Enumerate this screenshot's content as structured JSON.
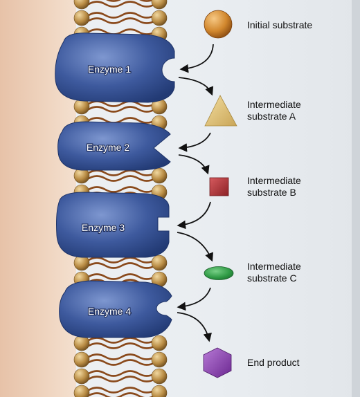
{
  "enzymes": [
    {
      "label": "Enzyme 1",
      "site_shape": "round"
    },
    {
      "label": "Enzyme 2",
      "site_shape": "triangle"
    },
    {
      "label": "Enzyme 3",
      "site_shape": "square"
    },
    {
      "label": "Enzyme 4",
      "site_shape": "oval"
    }
  ],
  "substrates": [
    {
      "label_lines": [
        "Initial substrate"
      ],
      "shape": "sphere",
      "color": "#d2882e"
    },
    {
      "label_lines": [
        "Intermediate",
        "substrate A"
      ],
      "shape": "triangle",
      "color": "#e0c277"
    },
    {
      "label_lines": [
        "Intermediate",
        "substrate B"
      ],
      "shape": "cube",
      "color": "#b4363c"
    },
    {
      "label_lines": [
        "Intermediate",
        "substrate C"
      ],
      "shape": "ellipse",
      "color": "#2f9a45"
    },
    {
      "label_lines": [
        "End product"
      ],
      "shape": "hexagon",
      "color": "#8a3fae"
    }
  ],
  "colors": {
    "enzyme": "#3a5699",
    "membrane_head": "#b98c44",
    "membrane_tail": "#8a4a1c",
    "arrow": "#111111",
    "background": "#e9edf1"
  }
}
